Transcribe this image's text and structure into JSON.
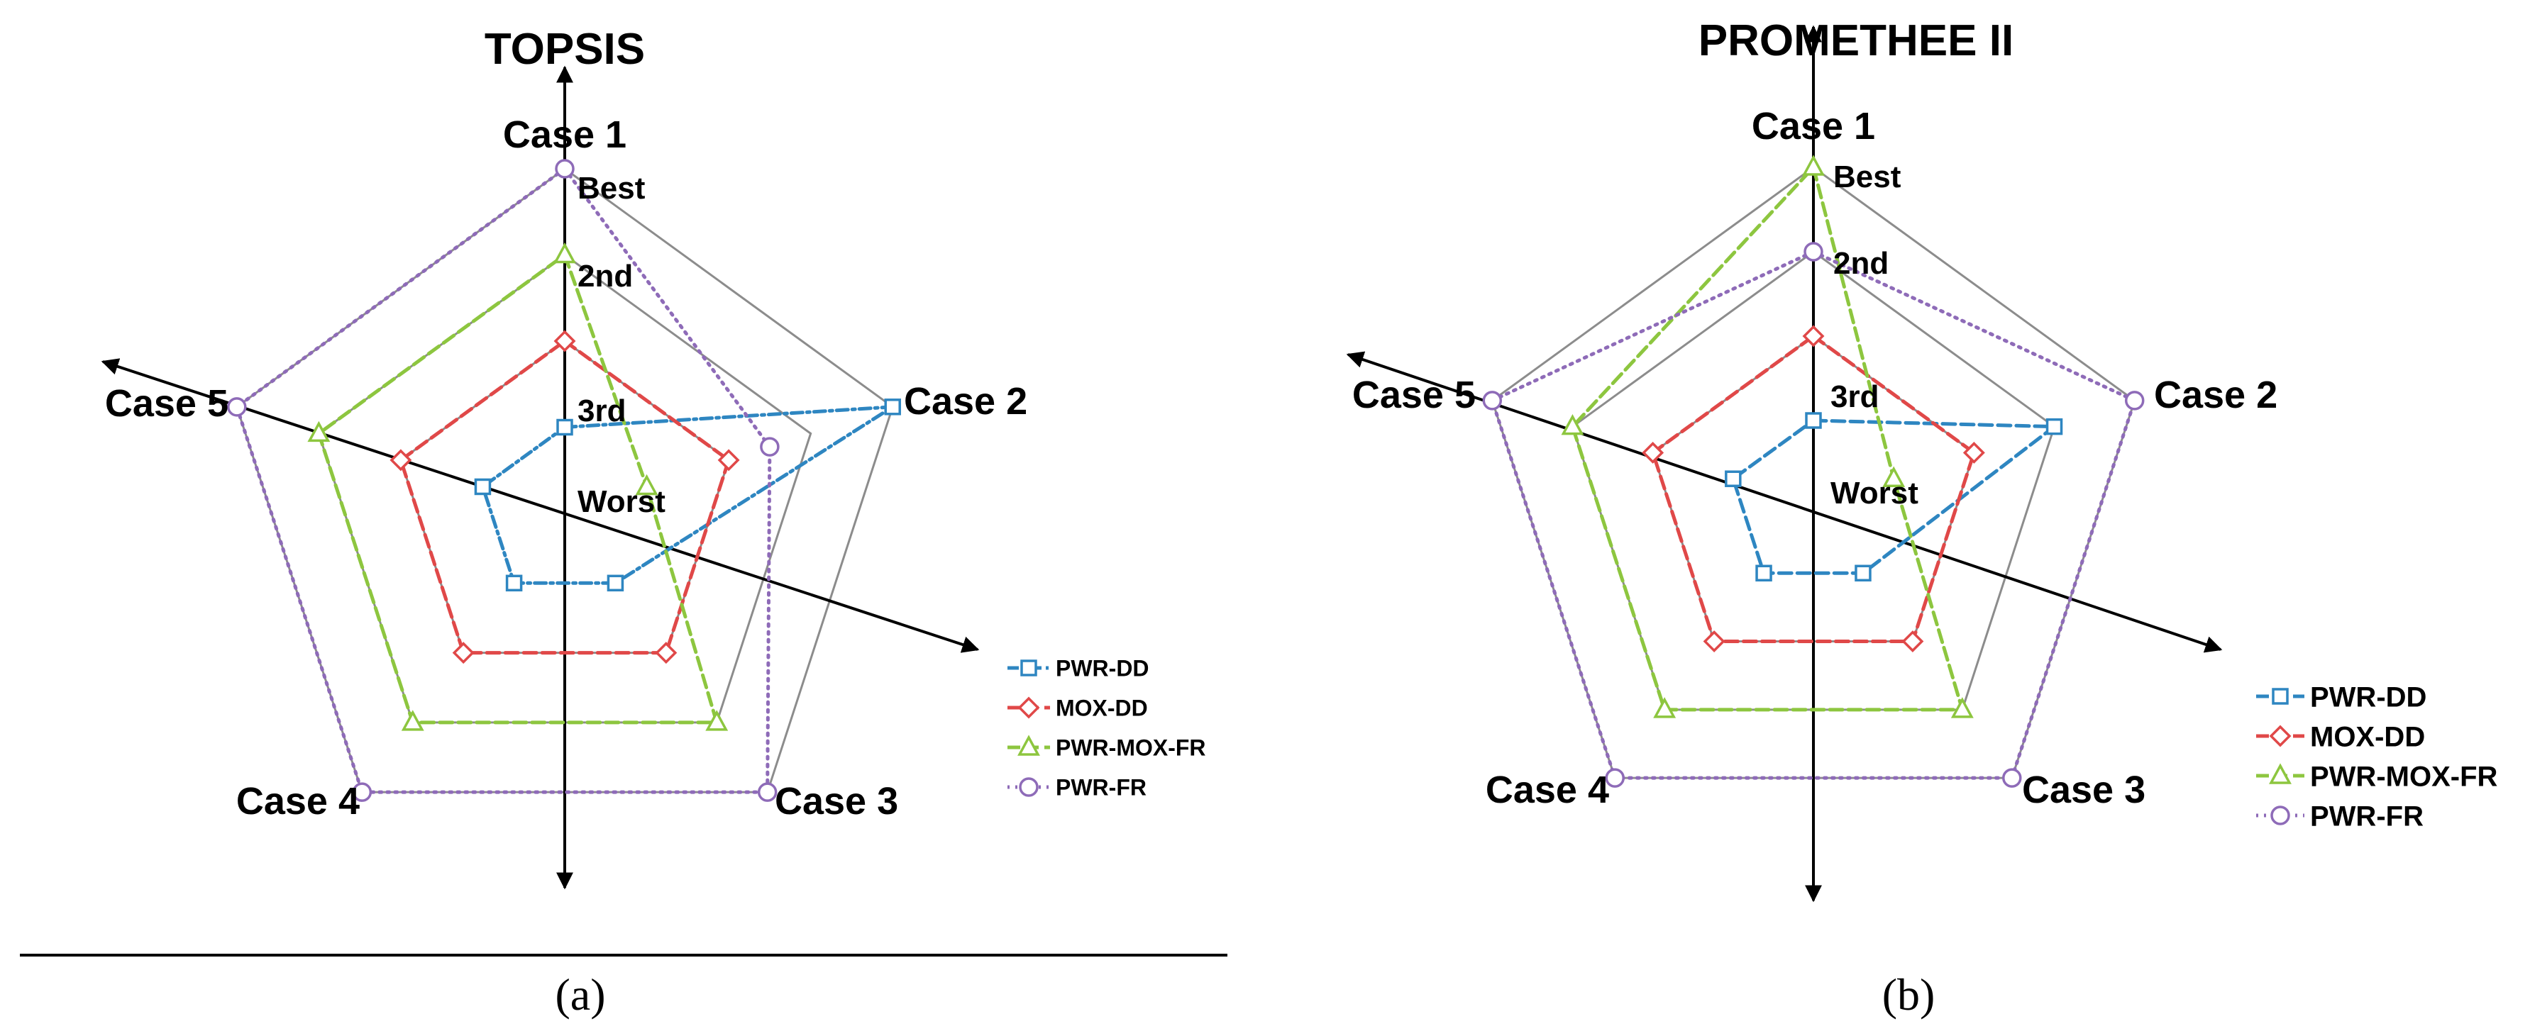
{
  "chart_data": [
    {
      "type": "radar",
      "title": "TOPSIS",
      "panel_label": "(a)",
      "axes": [
        "Case 1",
        "Case 2",
        "Case 3",
        "Case 4",
        "Case 5"
      ],
      "levels": [
        "Worst",
        "3rd",
        "2nd",
        "Best"
      ],
      "level_values": [
        1,
        2,
        3,
        4
      ],
      "scale": "rank (1 = Worst, 4 = Best)",
      "series": [
        {
          "name": "PWR-DD",
          "values": [
            1,
            4,
            1,
            1,
            1
          ],
          "color": "#2e86c1",
          "marker": "square",
          "dash": "dash-dot"
        },
        {
          "name": "MOX-DD",
          "values": [
            2,
            2,
            2,
            2,
            2
          ],
          "color": "#e04848",
          "marker": "diamond",
          "dash": "dashed"
        },
        {
          "name": "PWR-MOX-FR",
          "values": [
            3,
            1,
            3,
            3,
            3
          ],
          "color": "#8dc63f",
          "marker": "triangle",
          "dash": "dashed"
        },
        {
          "name": "PWR-FR",
          "values": [
            4,
            2.5,
            4,
            4,
            4
          ],
          "color": "#8e6bb8",
          "marker": "circle",
          "dash": "dotted"
        }
      ]
    },
    {
      "type": "radar",
      "title": "PROMETHEE II",
      "panel_label": "(b)",
      "axes": [
        "Case 1",
        "Case 2",
        "Case 3",
        "Case 4",
        "Case 5"
      ],
      "levels": [
        "Worst",
        "3rd",
        "2nd",
        "Best"
      ],
      "level_values": [
        1,
        2,
        3,
        4
      ],
      "scale": "rank (1 = Worst, 4 = Best)",
      "series": [
        {
          "name": "PWR-DD",
          "values": [
            1,
            3,
            1,
            1,
            1
          ],
          "color": "#2e86c1",
          "marker": "square",
          "dash": "dashed"
        },
        {
          "name": "MOX-DD",
          "values": [
            2,
            2,
            2,
            2,
            2
          ],
          "color": "#e04848",
          "marker": "diamond",
          "dash": "dashed"
        },
        {
          "name": "PWR-MOX-FR",
          "values": [
            4,
            1,
            3,
            3,
            3
          ],
          "color": "#8dc63f",
          "marker": "triangle",
          "dash": "dashed"
        },
        {
          "name": "PWR-FR",
          "values": [
            3,
            4,
            4,
            4,
            4
          ],
          "color": "#8e6bb8",
          "marker": "circle",
          "dash": "dotted"
        }
      ]
    }
  ]
}
